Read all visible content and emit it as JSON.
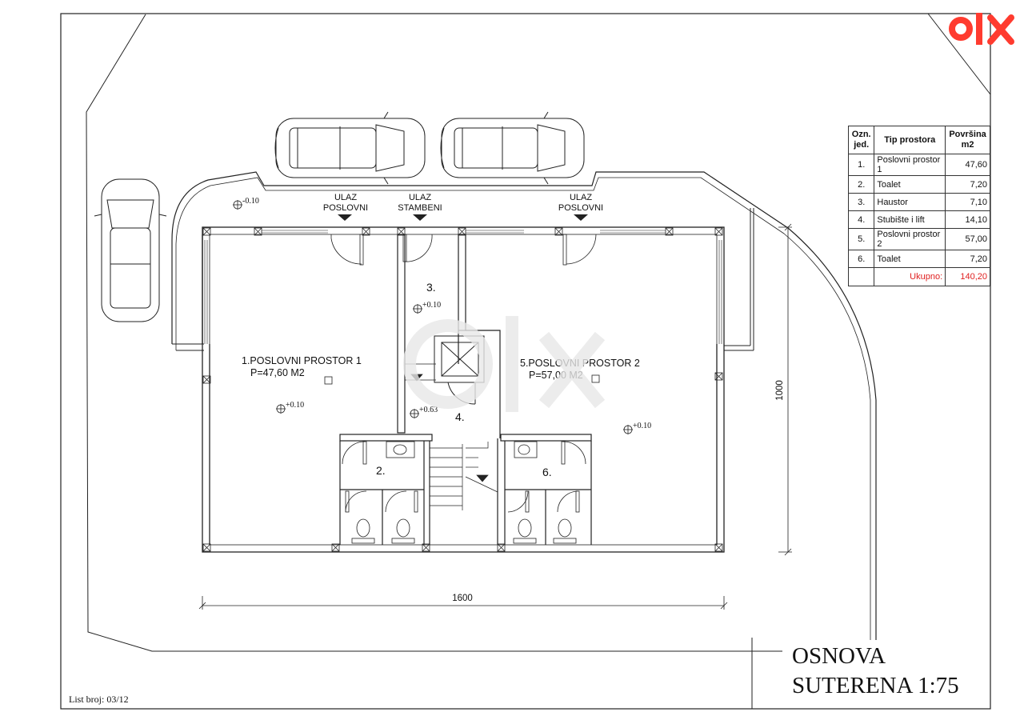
{
  "drawing": {
    "title_line1": "OSNOVA",
    "title_line2": "SUTERENA  1:75",
    "sheet": "List broj: 03/12",
    "dim_horizontal": "1600",
    "dim_vertical": "1000"
  },
  "entrances": {
    "left": [
      "ULAZ",
      "POSLOVNI"
    ],
    "middle": [
      "ULAZ",
      "STAMBENI"
    ],
    "right": [
      "ULAZ",
      "POSLOVNI"
    ]
  },
  "rooms": {
    "office1_name": "1.POSLOVNI PROSTOR 1",
    "office1_area": "P=47,60 M2",
    "office2_name": "5.POSLOVNI PROSTOR 2",
    "office2_area": "P=57,00 M2",
    "num_2": "2.",
    "num_3": "3.",
    "num_4": "4.",
    "num_6": "6."
  },
  "levels": {
    "outside": "-0.10",
    "hall": "+0.10",
    "office1": "+0.10",
    "stair": "+0.63",
    "office2": "+0.10"
  },
  "table": {
    "headers": [
      "Ozn. jed.",
      "Tip prostora",
      "Površina m2"
    ],
    "rows": [
      {
        "id": "1.",
        "name": "Poslovni prostor 1",
        "area": "47,60"
      },
      {
        "id": "2.",
        "name": "Toalet",
        "area": "7,20"
      },
      {
        "id": "3.",
        "name": "Haustor",
        "area": "7,10"
      },
      {
        "id": "4.",
        "name": "Stubište i lift",
        "area": "14,10"
      },
      {
        "id": "5.",
        "name": "Poslovni prostor 2",
        "area": "57,00"
      },
      {
        "id": "6.",
        "name": "Toalet",
        "area": "7,20"
      }
    ],
    "total_label": "Ukupno:",
    "total_value": "140,20"
  },
  "logo": {
    "name": "olx-logo",
    "color": "#ff3b2f"
  },
  "colors": {
    "line": "#222222",
    "accent": "#e02020"
  }
}
